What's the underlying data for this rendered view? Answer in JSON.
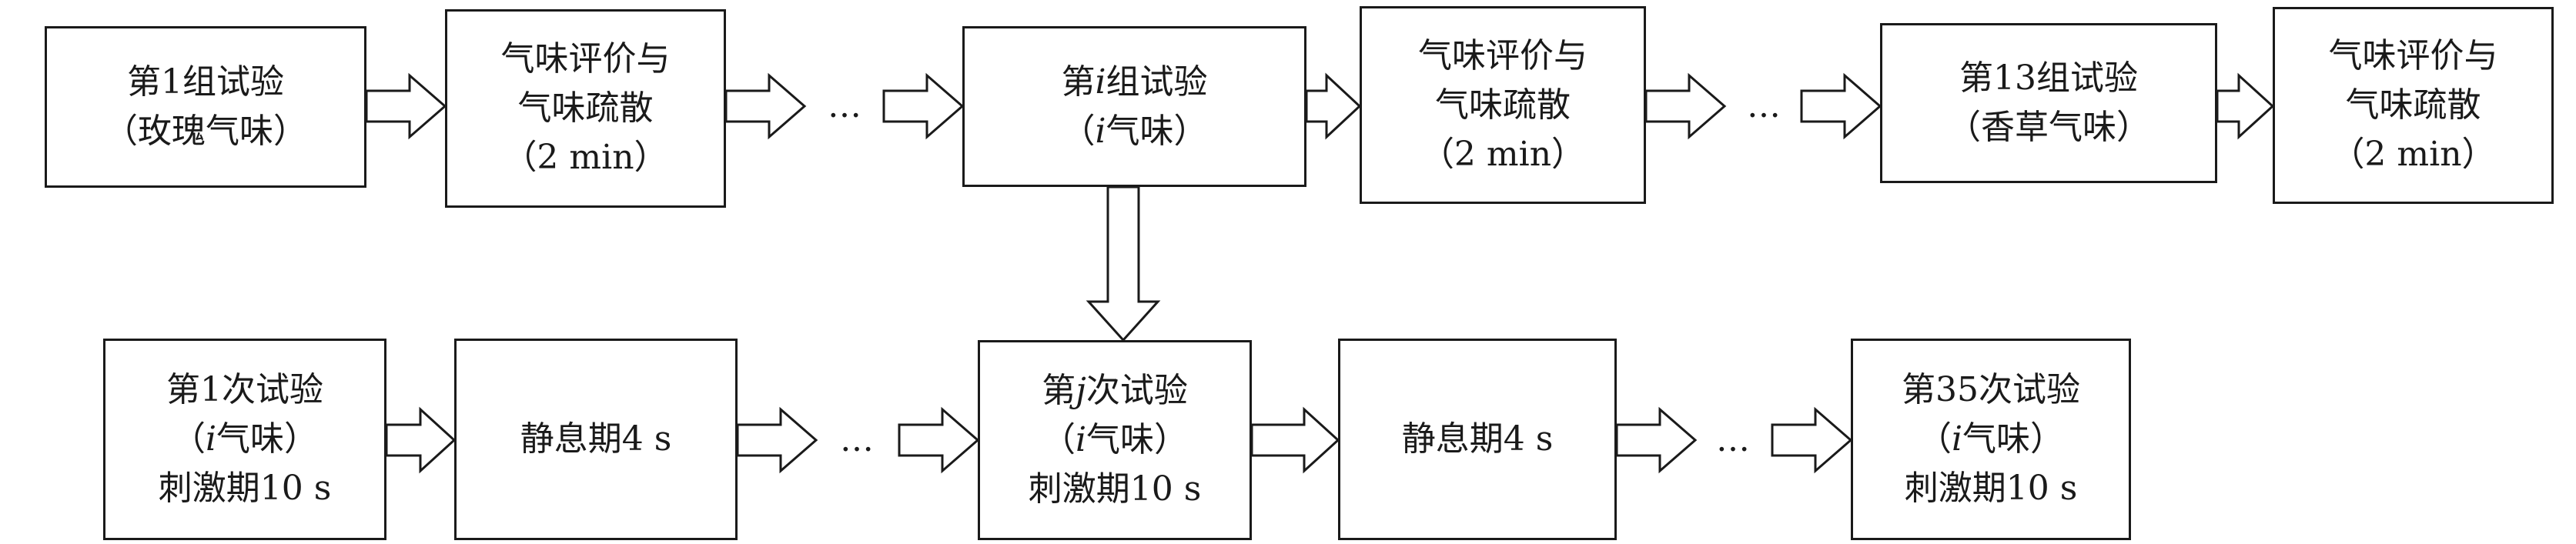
{
  "nodes": [
    {
      "id": "group1-test",
      "lines": [
        "第1组试验",
        "（玫瑰气味）"
      ]
    },
    {
      "id": "group1-eval",
      "lines": [
        "气味评价与",
        "气味疏散",
        "（2 min）"
      ]
    },
    {
      "id": "groupi-test",
      "lines": [
        "第<i>i</i>组试验",
        "（<i>i</i>气味）"
      ]
    },
    {
      "id": "groupi-eval",
      "lines": [
        "气味评价与",
        "气味疏散",
        "（2 min）"
      ]
    },
    {
      "id": "group13-test",
      "lines": [
        "第13组试验",
        "（香草气味）"
      ]
    },
    {
      "id": "group13-eval",
      "lines": [
        "气味评价与",
        "气味疏散",
        "（2 min）"
      ]
    },
    {
      "id": "trial1",
      "lines": [
        "第1次试验",
        "（<i>i</i>气味）",
        "刺激期10 s"
      ]
    },
    {
      "id": "rest1",
      "lines": [
        "静息期4 s"
      ]
    },
    {
      "id": "trialj",
      "lines": [
        "第<i>j</i>次试验",
        "（<i>i</i>气味）",
        "刺激期10 s"
      ]
    },
    {
      "id": "restj",
      "lines": [
        "静息期4 s"
      ]
    },
    {
      "id": "trial35",
      "lines": [
        "第35次试验",
        "（<i>i</i>气味）",
        "刺激期10 s"
      ]
    }
  ],
  "ellipsis": "…",
  "edges": [
    {
      "from": "group1-test",
      "to": "group1-eval",
      "dir": "right"
    },
    {
      "from": "group1-eval",
      "to": "ellipsis-top-1",
      "dir": "right"
    },
    {
      "from": "ellipsis-top-1",
      "to": "groupi-test",
      "dir": "right"
    },
    {
      "from": "groupi-test",
      "to": "groupi-eval",
      "dir": "right"
    },
    {
      "from": "groupi-eval",
      "to": "ellipsis-top-2",
      "dir": "right"
    },
    {
      "from": "ellipsis-top-2",
      "to": "group13-test",
      "dir": "right"
    },
    {
      "from": "group13-test",
      "to": "group13-eval",
      "dir": "right"
    },
    {
      "from": "groupi-test",
      "to": "trialj",
      "dir": "down"
    },
    {
      "from": "trial1",
      "to": "rest1",
      "dir": "right"
    },
    {
      "from": "rest1",
      "to": "ellipsis-bottom-1",
      "dir": "right"
    },
    {
      "from": "ellipsis-bottom-1",
      "to": "trialj",
      "dir": "right"
    },
    {
      "from": "trialj",
      "to": "restj",
      "dir": "right"
    },
    {
      "from": "restj",
      "to": "ellipsis-bottom-2",
      "dir": "right"
    },
    {
      "from": "ellipsis-bottom-2",
      "to": "trial35",
      "dir": "right"
    }
  ]
}
